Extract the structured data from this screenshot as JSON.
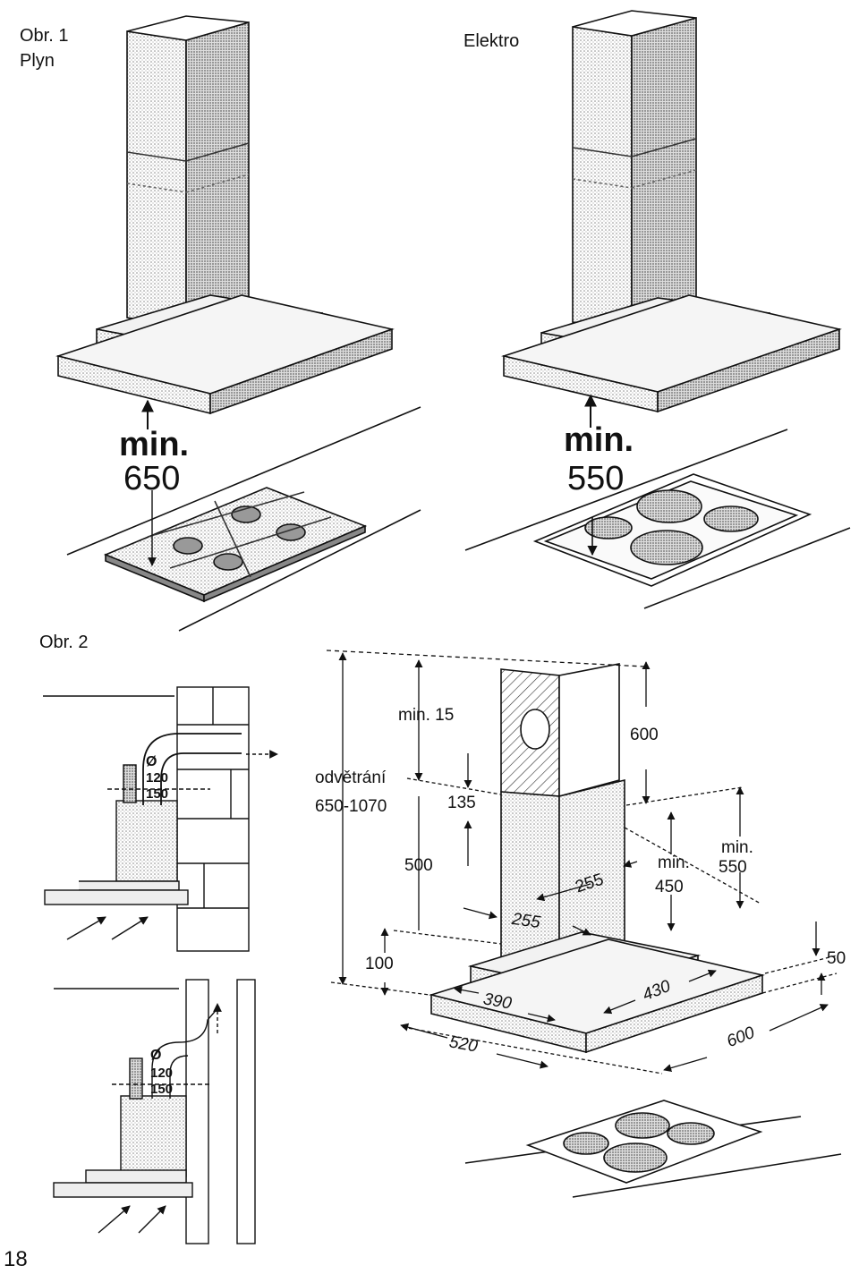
{
  "fig1": {
    "title": "Obr. 1",
    "gas_label": "Plyn",
    "electric_label": "Elektro",
    "gas_min_label": "min.",
    "gas_min_value": "650",
    "elec_min_label": "min.",
    "elec_min_value": "550"
  },
  "fig2": {
    "title": "Obr. 2",
    "diam_symbol_top": "Ø",
    "diam_120_top": "120",
    "diam_150_top": "150",
    "diam_symbol_bottom": "Ø",
    "diam_120_bottom": "120",
    "diam_150_bottom": "150",
    "dim_min15": "min. 15",
    "dim_vent_label": "odvětrání",
    "dim_vent_range": "650-1070",
    "dim_135": "135",
    "dim_500": "500",
    "dim_100": "100",
    "dim_600_top": "600",
    "dim_255_a": "255",
    "dim_255_b": "255",
    "dim_min450_label": "min.",
    "dim_min450_value": "450",
    "dim_min550_label": "min.",
    "dim_min550_value": "550",
    "dim_50": "50",
    "dim_390": "390",
    "dim_430": "430",
    "dim_520": "520",
    "dim_600_bottom": "600"
  },
  "page_number": "18"
}
